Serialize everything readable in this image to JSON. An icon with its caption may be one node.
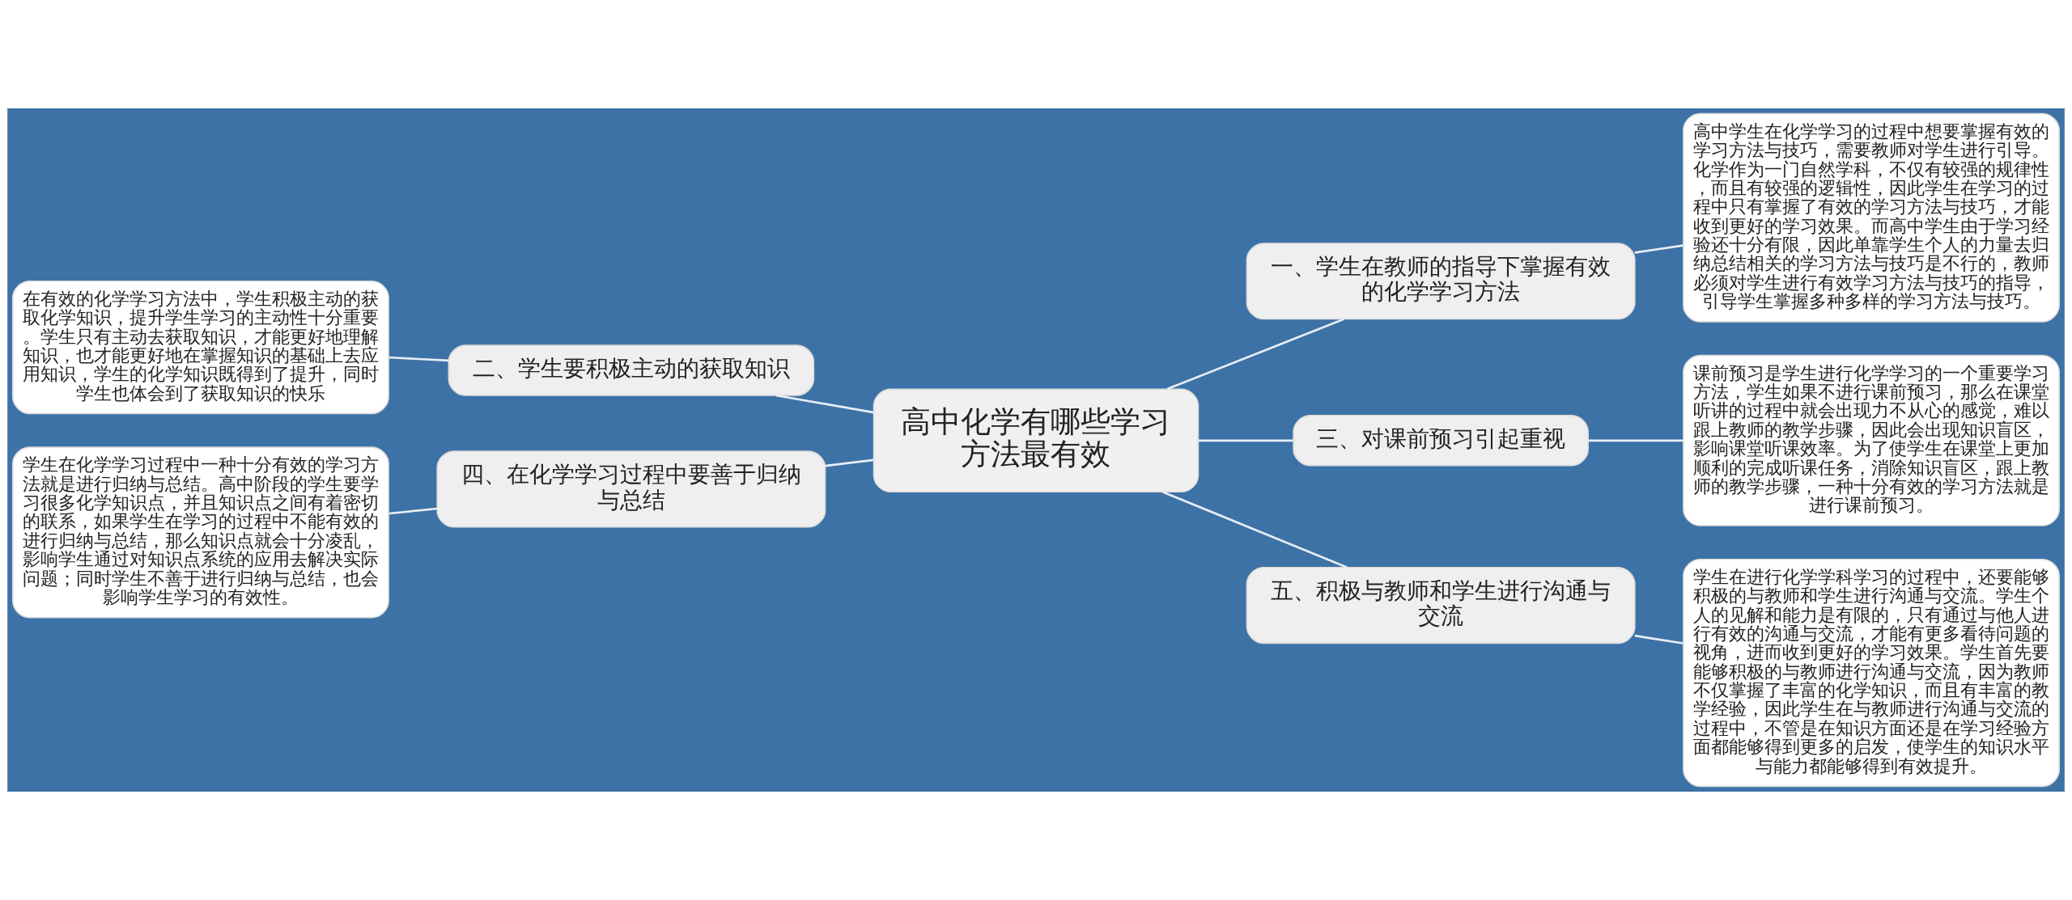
{
  "diagram": {
    "nodes": [
      {
        "text": [
          "高中化学有哪些学习方法最有效"
        ]
      },
      {
        "text": [
          "一、学生在教师的指导下掌握有效的化学学习方法"
        ]
      },
      {
        "text": [
          "高中学生在化学学习的过程中想要掌握有效的学习方法与技巧，需要教师对学生进行引导。化学作为一门自然学科，不仅有较强的规律性，而且有较强的逻辑性，因此学生在学习的过程中只有掌握了有效的学习方法与技巧，才能收到更好的学习效果。而高中学生由于学习经验还十分有限，因此单靠学生个人的力量去归纳总结相关的学习方法与技巧是不行的，教师必须对学生进行有效学习方法与技巧的指导，引导学生掌握多种多样的学习方法与技巧。"
        ]
      },
      {
        "text": [
          "二、学生要积极主动的获取知识"
        ]
      },
      {
        "text": [
          "在有效的化学学习方法中，学生积极主动的获取化学知识，提升学生学习的主动性十分重要。学生只有主动去获取知识，才能更好地理解知识，也才能更好地在掌握知识的基础上去应用知识，学生的化学知识既得到了提升，同时学生也体会到了获取知识的快乐"
        ]
      },
      {
        "text": [
          "三、对课前预习引起重视"
        ]
      },
      {
        "text": [
          "课前预习是学生进行化学学习的一个重要学习方法，学生如果不进行课前预习，那么在课堂听讲的过程中就会出现力不从心的感觉，难以跟上教师的教学步骤，因此会出现知识盲区，影响课堂听课效率。为了使学生在课堂上更加顺利的完成听课任务，消除知识盲区，跟上教师的教学步骤，一种十分有效的学习方法就是进行课前预习。"
        ]
      },
      {
        "text": [
          "四、在化学学习过程中要善于归纳与总结"
        ]
      },
      {
        "text": [
          "学生在化学学习过程中一种十分有效的学习方法就是进行归纳与总结。高中阶段的学生要学习很多化学知识点，并且知识点之间有着密切的联系，如果学生在学习的过程中不能有效的进行归纳与总结，那么知识点就会十分凌乱，影响学生通过对知识点系统的应用去解决实际问题；同时学生不善于进行归纳与总结，也会影响学生学习的有效性。"
        ]
      },
      {
        "text": [
          "五、积极与教师和学生进行沟通与交流"
        ]
      },
      {
        "text": [
          "学生在进行化学学科学习的过程中，还要能够积极的与教师和学生进行沟通与交流。学生个人的见解和能力是有限的，只有通过与他人进行有效的沟通与交流，才能有更多看待问题的视角，进而收到更好的学习效果。学生首先要能够积极的与教师进行沟通与交流，因为教师不仅掌握了丰富的化学知识，而且有丰富的教学经验，因此学生在与教师进行沟通与交流的过程中，不管是在知识方面还是在学习经验方面都能够得到更多的启发，使学生的知识水平与能力都能够得到有效提升。"
        ]
      }
    ],
    "edges": [
      {
        "from": 0,
        "to": 1,
        "arrow": "none"
      },
      {
        "from": 0,
        "to": 3,
        "arrow": "none"
      },
      {
        "from": 0,
        "to": 5,
        "arrow": "none"
      },
      {
        "from": 0,
        "to": 7,
        "arrow": "none"
      },
      {
        "from": 0,
        "to": 9,
        "arrow": "none"
      },
      {
        "from": 1,
        "to": 2,
        "arrow": "none"
      },
      {
        "from": 3,
        "to": 4,
        "arrow": "none"
      },
      {
        "from": 5,
        "to": 6,
        "arrow": "none"
      },
      {
        "from": 7,
        "to": 8,
        "arrow": "none"
      },
      {
        "from": 9,
        "to": 10,
        "arrow": "none"
      }
    ]
  }
}
